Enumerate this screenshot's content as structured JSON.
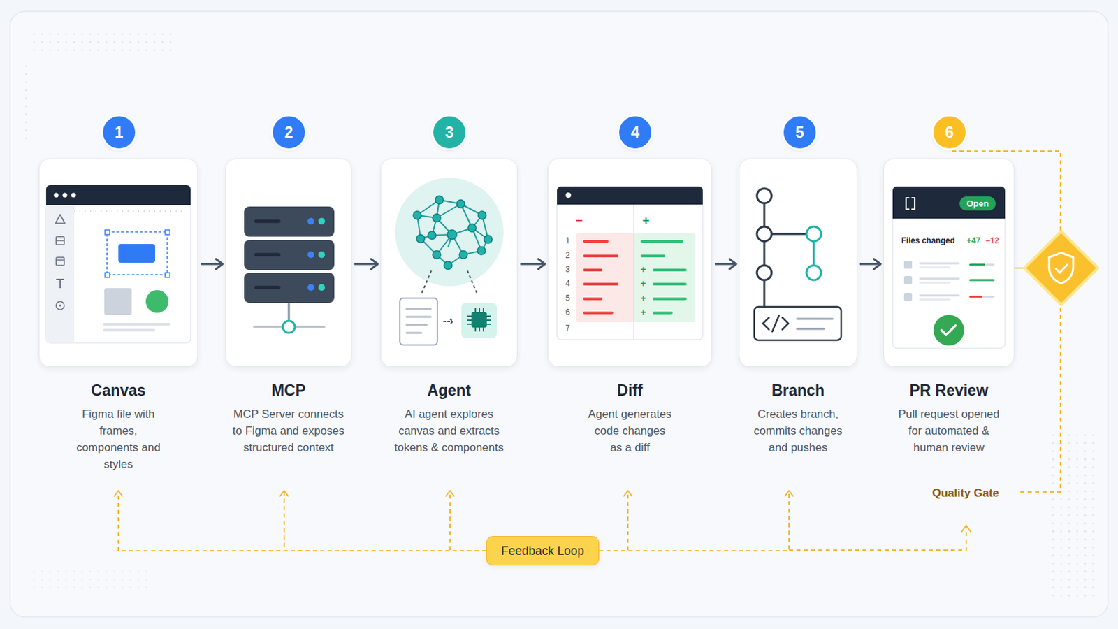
{
  "diagram": {
    "nodes": [
      {
        "text": [
          "1"
        ]
      },
      {
        "text": [
          "Canvas",
          "Figma file with frames, components and styles"
        ]
      },
      {
        "text": [
          "2"
        ]
      },
      {
        "text": [
          "MCP",
          "MCP Server connects to Figma and exposes structured context"
        ]
      },
      {
        "text": [
          "3"
        ]
      },
      {
        "text": [
          "Agent",
          "AI agent explores canvas and extracts tokens & components"
        ]
      },
      {
        "text": [
          "4"
        ]
      },
      {
        "text": [
          "Diff",
          "Agent generates code changes as a diff"
        ]
      },
      {
        "text": [
          "5"
        ]
      },
      {
        "text": [
          "Branch",
          "Creates branch, commits changes and pushes"
        ]
      },
      {
        "text": [
          "6"
        ]
      },
      {
        "text": [
          "PR Review",
          "Pull request opened for automated & human review"
        ]
      },
      {
        "text": [
          "Feedback Loop"
        ]
      }
    ],
    "edges": [
      {
        "from": 1,
        "to": 3,
        "arrow": "to"
      },
      {
        "from": 3,
        "to": 5,
        "arrow": "to"
      },
      {
        "from": 5,
        "to": 7,
        "arrow": "to"
      },
      {
        "from": 7,
        "to": 9,
        "arrow": "to"
      },
      {
        "from": 9,
        "to": 11,
        "arrow": "to"
      },
      {
        "from": 12,
        "to": 1,
        "arrow": "to"
      },
      {
        "from": 12,
        "to": 3,
        "arrow": "to"
      },
      {
        "from": 12,
        "to": 5,
        "arrow": "to"
      },
      {
        "from": 12,
        "to": 7,
        "arrow": "to"
      },
      {
        "from": 12,
        "to": 9,
        "arrow": "to"
      }
    ],
    "labels": [
      "−",
      "+",
      "1",
      "2",
      "3",
      "4",
      "5",
      "6",
      "7",
      "+",
      "+",
      "+",
      "+",
      "Open",
      "Files changed",
      "+47",
      "−12",
      "Quality Gate"
    ]
  }
}
